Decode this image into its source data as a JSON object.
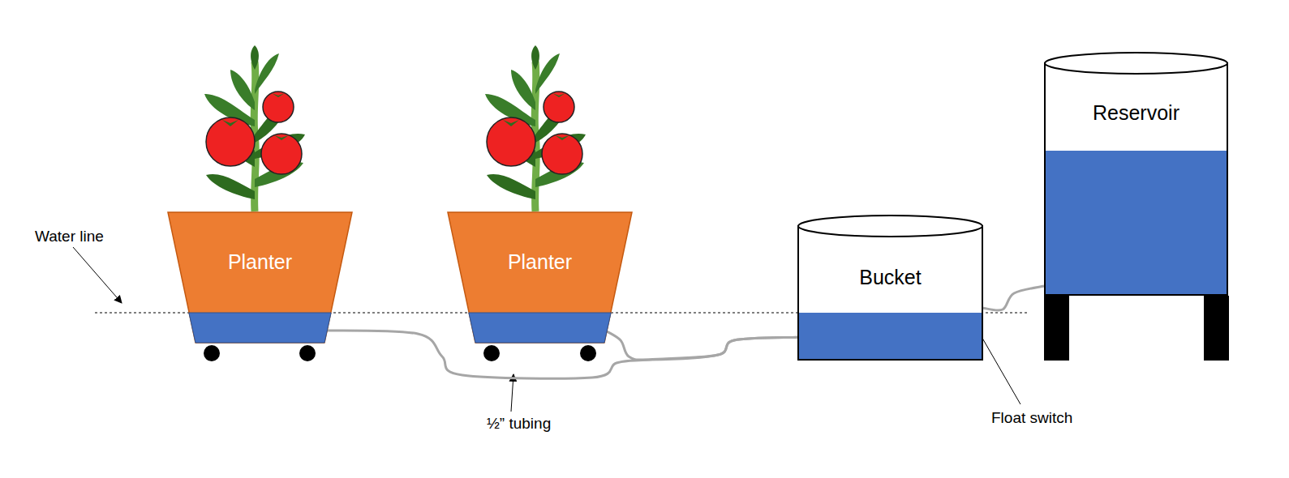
{
  "diagram": {
    "nodes": [
      {
        "text": [
          "Planter"
        ]
      },
      {
        "text": [
          "Planter"
        ]
      },
      {
        "text": [
          "Bucket"
        ]
      },
      {
        "text": [
          "Reservoir"
        ]
      }
    ],
    "edges": [
      {
        "from": 0,
        "to": 2,
        "arrow": "none"
      },
      {
        "from": 1,
        "to": 2,
        "arrow": "none"
      },
      {
        "from": 2,
        "to": 3,
        "arrow": "none"
      }
    ],
    "labels": [
      "Water line",
      "½” tubing",
      "Float switch"
    ]
  }
}
